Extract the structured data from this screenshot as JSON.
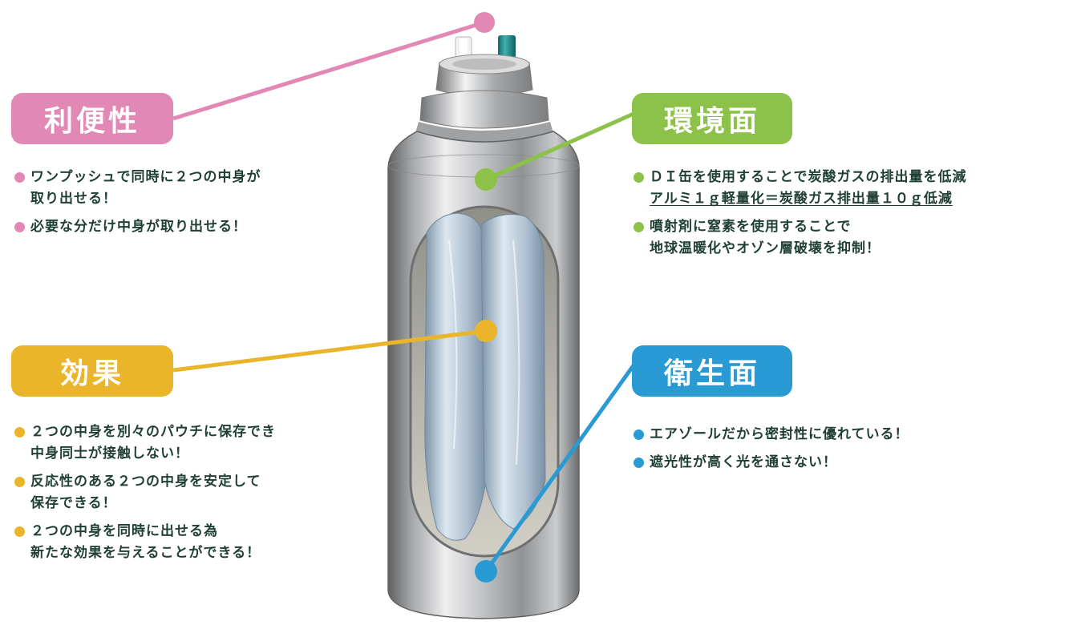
{
  "colors": {
    "convenience": "#e288b5",
    "effect": "#eab52a",
    "environment": "#8cc24a",
    "hygiene": "#2a9ad4",
    "text": "#1f3f35"
  },
  "sections": {
    "convenience": {
      "title": "利便性",
      "items": [
        {
          "lines": [
            "ワンプッシュで同時に２つの中身が",
            "取り出せる！"
          ]
        },
        {
          "lines": [
            "必要な分だけ中身が取り出せる！"
          ]
        }
      ]
    },
    "effect": {
      "title": "効果",
      "items": [
        {
          "lines": [
            "２つの中身を別々のパウチに保存でき",
            "中身同士が接触しない！"
          ]
        },
        {
          "lines": [
            "反応性のある２つの中身を安定して",
            "保存できる！"
          ]
        },
        {
          "lines": [
            "２つの中身を同時に出せる為",
            "新たな効果を与えることができる！"
          ]
        }
      ]
    },
    "environment": {
      "title": "環境面",
      "items": [
        {
          "lines": [
            "ＤＩ缶を使用することで炭酸ガスの排出量を低減",
            "アルミ１ｇ軽量化＝炭酸ガス排出量１０ｇ低減"
          ]
        },
        {
          "lines": [
            "噴射剤に窒素を使用することで",
            "地球温暖化やオゾン層破壊を抑制！"
          ]
        }
      ]
    },
    "hygiene": {
      "title": "衛生面",
      "items": [
        {
          "lines": [
            "エアゾールだから密封性に優れている！"
          ]
        },
        {
          "lines": [
            "遮光性が高く光を通さない！"
          ]
        }
      ]
    }
  }
}
